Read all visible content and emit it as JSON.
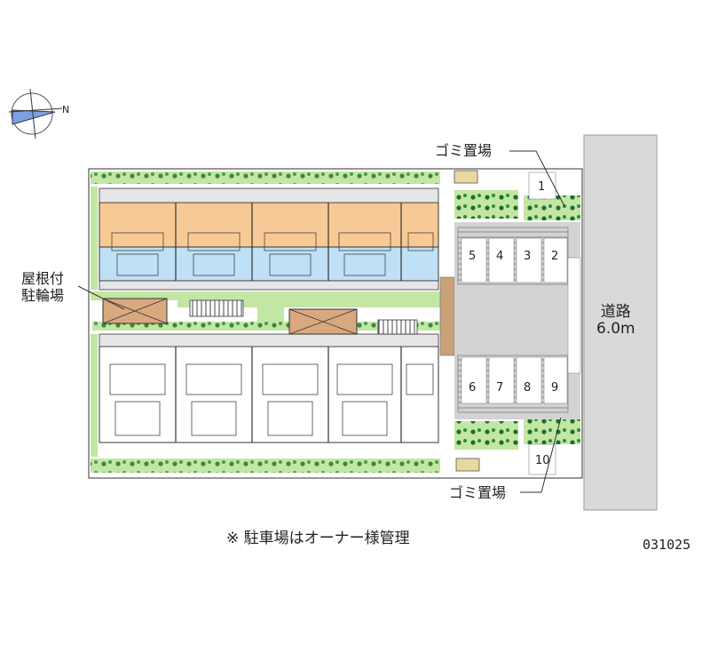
{
  "labels": {
    "garbage_top": "ゴミ置場",
    "garbage_bottom": "ゴミ置場",
    "bike_parking_line1": "屋根付",
    "bike_parking_line2": "駐輪場",
    "road_line1": "道路",
    "road_line2": "6.0m",
    "compass": "N"
  },
  "parking_slots": [
    "1",
    "2",
    "3",
    "4",
    "5",
    "6",
    "7",
    "8",
    "9",
    "10"
  ],
  "note": "※ 駐車場はオーナー様管理",
  "code": "031025",
  "colors": {
    "road": "#d9d9d9",
    "parking": "#d3d3d3",
    "green": "#c2e6a4",
    "tree": "#1f6d2a",
    "unit_orange": "#f7c995",
    "unit_blue": "#bfe0f5",
    "bike_roof": "#d9a87f",
    "outline": "#333333"
  }
}
